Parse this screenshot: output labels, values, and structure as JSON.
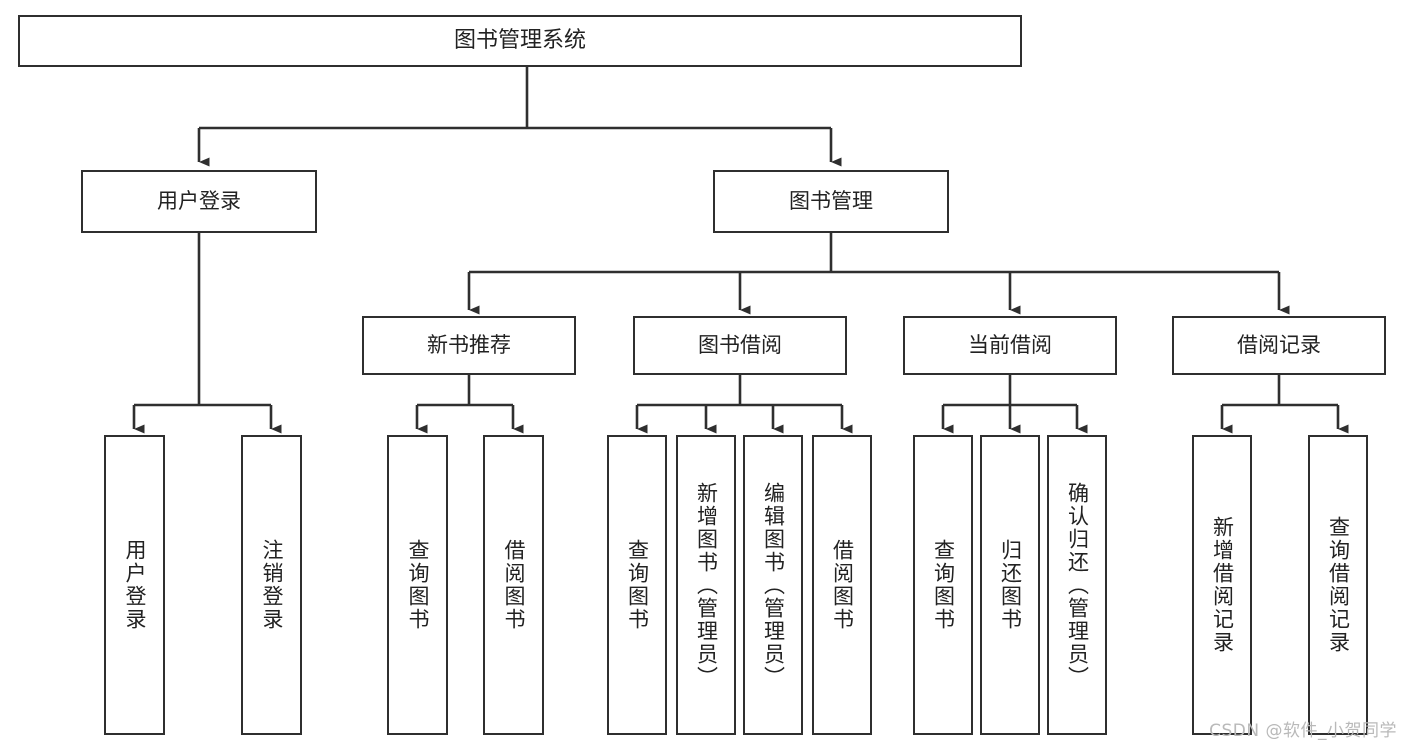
{
  "diagram": {
    "type": "tree",
    "title": "图书管理系统",
    "orientation": "top-down",
    "levels": 4,
    "colors": {
      "box_border": "#2f2f2f",
      "box_fill": "#ffffff",
      "connector": "#2f2f2f",
      "text": "#222222",
      "watermark": "#b9b9b9"
    }
  },
  "root": {
    "label": "图书管理系统"
  },
  "level2": [
    {
      "label": "用户登录"
    },
    {
      "label": "图书管理"
    }
  ],
  "level3": [
    {
      "label": "新书推荐"
    },
    {
      "label": "图书借阅"
    },
    {
      "label": "当前借阅"
    },
    {
      "label": "借阅记录"
    }
  ],
  "leaves": {
    "user_login": [
      {
        "label": "用户登录"
      },
      {
        "label": "注销登录"
      }
    ],
    "new_book_recommend": [
      {
        "label": "查询图书"
      },
      {
        "label": "借阅图书"
      }
    ],
    "book_borrow": [
      {
        "label": "查询图书"
      },
      {
        "label": "新增图书（管理员）"
      },
      {
        "label": "编辑图书（管理员）"
      },
      {
        "label": "借阅图书"
      }
    ],
    "current_borrow": [
      {
        "label": "查询图书"
      },
      {
        "label": "归还图书"
      },
      {
        "label": "确认归还（管理员）"
      }
    ],
    "borrow_record": [
      {
        "label": "新增借阅记录"
      },
      {
        "label": "查询借阅记录"
      }
    ]
  },
  "watermark": {
    "text": "CSDN @软件_小贺同学"
  }
}
